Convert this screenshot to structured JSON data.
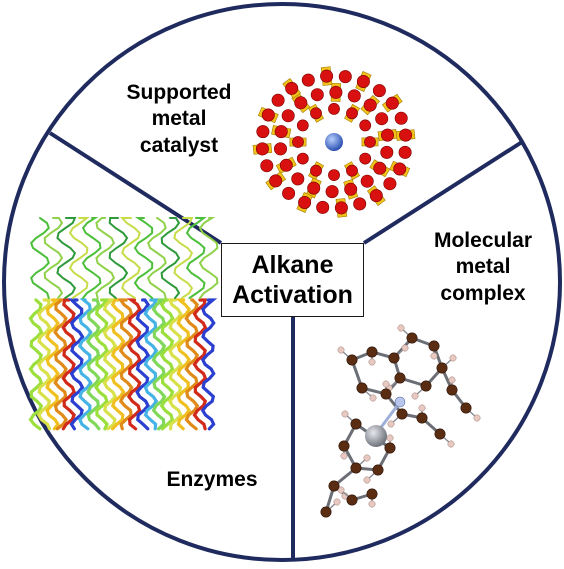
{
  "center": {
    "line1": "Alkane",
    "line2": "Activation"
  },
  "segments": {
    "supported": {
      "line1": "Supported",
      "line2": "metal",
      "line3": "catalyst"
    },
    "molecular": {
      "line1": "Molecular",
      "line2": "metal",
      "line3": "complex"
    },
    "enzymes": {
      "line1": "Enzymes"
    }
  },
  "colors": {
    "circle_outline": "#1f2a5e",
    "zeolite_oxygen": "#d81010",
    "zeolite_silicon": "#f2c31b",
    "metal_atom": "#4a78d6",
    "molecule_carbon": "#5a2c12",
    "molecule_hydrogen": "#e8c9c2",
    "molecule_metal": "#9a9ea6"
  }
}
